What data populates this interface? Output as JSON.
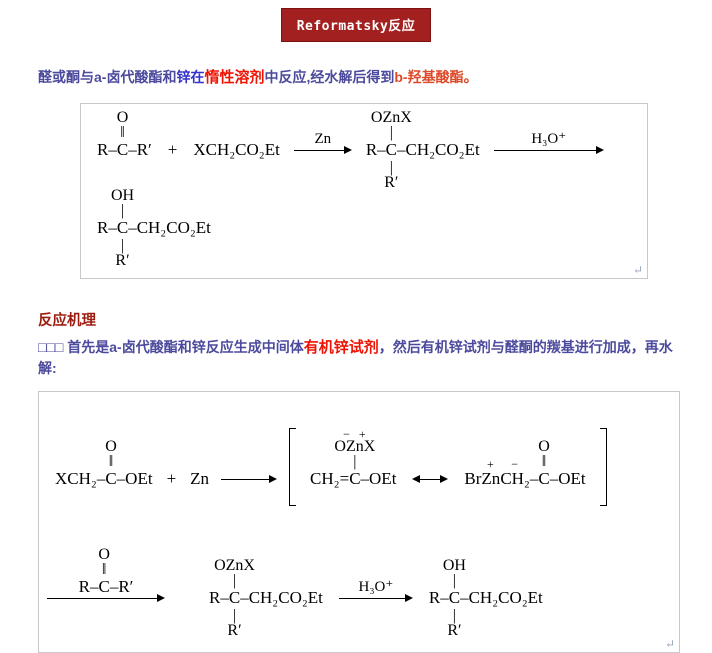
{
  "colors": {
    "title-bg": "#a32020",
    "title-border": "#7c1212",
    "title-text": "#ffffff",
    "body-purple": "#4c4a9c",
    "highlight-blue": "#3333cc",
    "highlight-red": "#ee1405",
    "tail-red": "#dd4a2a",
    "heading-maroon": "#9e1c0f",
    "box-border": "#c8c8c8",
    "chem-black": "#000000",
    "corner-gray": "#9aa8bf"
  },
  "title": {
    "label": "Reformatsky反应"
  },
  "intro": {
    "seg1": "醛或酮与a-卤代酸酯和",
    "seg2": "锌在",
    "seg3": "惰性溶剂",
    "seg4": "中反应,经水解后得到",
    "seg5": "b-羟基酸酯。"
  },
  "mechanism": {
    "heading": "反应机理",
    "seg1": "□□□ 首先是a-卤代酸酯和锌反应生成中间体",
    "seg2": "有机锌试剂",
    "seg3": "，然后有机锌试剂与醛酮的羰基进行加成，再水解:"
  },
  "scheme1": {
    "ketone": {
      "left": "R–",
      "center": "C",
      "above1": "O",
      "above2": "‖",
      "right": "–R′"
    },
    "plus": "+",
    "reagent": "XCH₂CO₂Et",
    "arrow1_label": "Zn",
    "adduct": {
      "left": "R–",
      "center": "C",
      "above1": "OZnX",
      "above2": "|",
      "below1": "|",
      "below2": "R′",
      "right": "–CH₂CO₂Et"
    },
    "arrow2_label": "H₃O⁺",
    "product": {
      "left": "R–",
      "center": "C",
      "above1": "OH",
      "above2": "|",
      "below1": "|",
      "below2": "R′",
      "right": "–CH₂CO₂Et"
    }
  },
  "scheme2": {
    "ester": {
      "left": "XCH₂–",
      "center": "C",
      "above1": "O",
      "above2": "‖",
      "right": "–OEt"
    },
    "plus": "+",
    "zinc": "Zn",
    "enolate": {
      "charges": "−  +",
      "above1": "OZnX",
      "above2": "|",
      "left": "CH₂=",
      "center": "C",
      "right": "–OEt"
    },
    "organozinc": {
      "br": "Br",
      "zn": "Zn",
      "zn_charge": "+",
      "ch2": "CH₂",
      "ch2_charge": "−",
      "bond": "–",
      "center": "C",
      "above1": "O",
      "above2": "‖",
      "right": "–OEt"
    },
    "arrow1_structure": {
      "left": "R–",
      "center": "C",
      "above1": "O",
      "above2": "‖",
      "right": "–R′"
    },
    "adduct": {
      "left": "R–",
      "center": "C",
      "above1": "OZnX",
      "above2": "|",
      "below1": "|",
      "below2": "R′",
      "right": "–CH₂CO₂Et"
    },
    "arrow2_label": "H₃O⁺",
    "product": {
      "left": "R–",
      "center": "C",
      "above1": "OH",
      "above2": "|",
      "below1": "|",
      "below2": "R′",
      "right": "–CH₂CO₂Et"
    }
  },
  "icons": {
    "corner_return": "↵"
  }
}
